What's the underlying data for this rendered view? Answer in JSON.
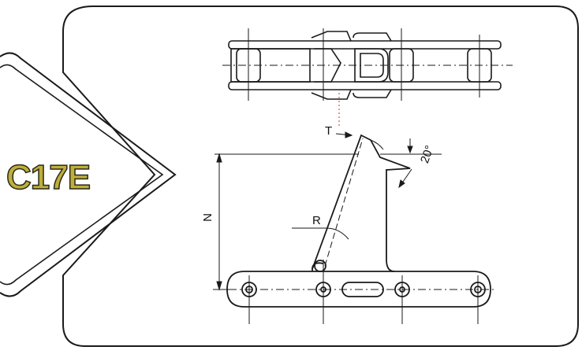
{
  "badge": {
    "code": "C17E",
    "color": "#bfae3a"
  },
  "dimensions": {
    "t_label": "T",
    "n_label": "N",
    "r_label": "R",
    "angle_label": "20°"
  }
}
